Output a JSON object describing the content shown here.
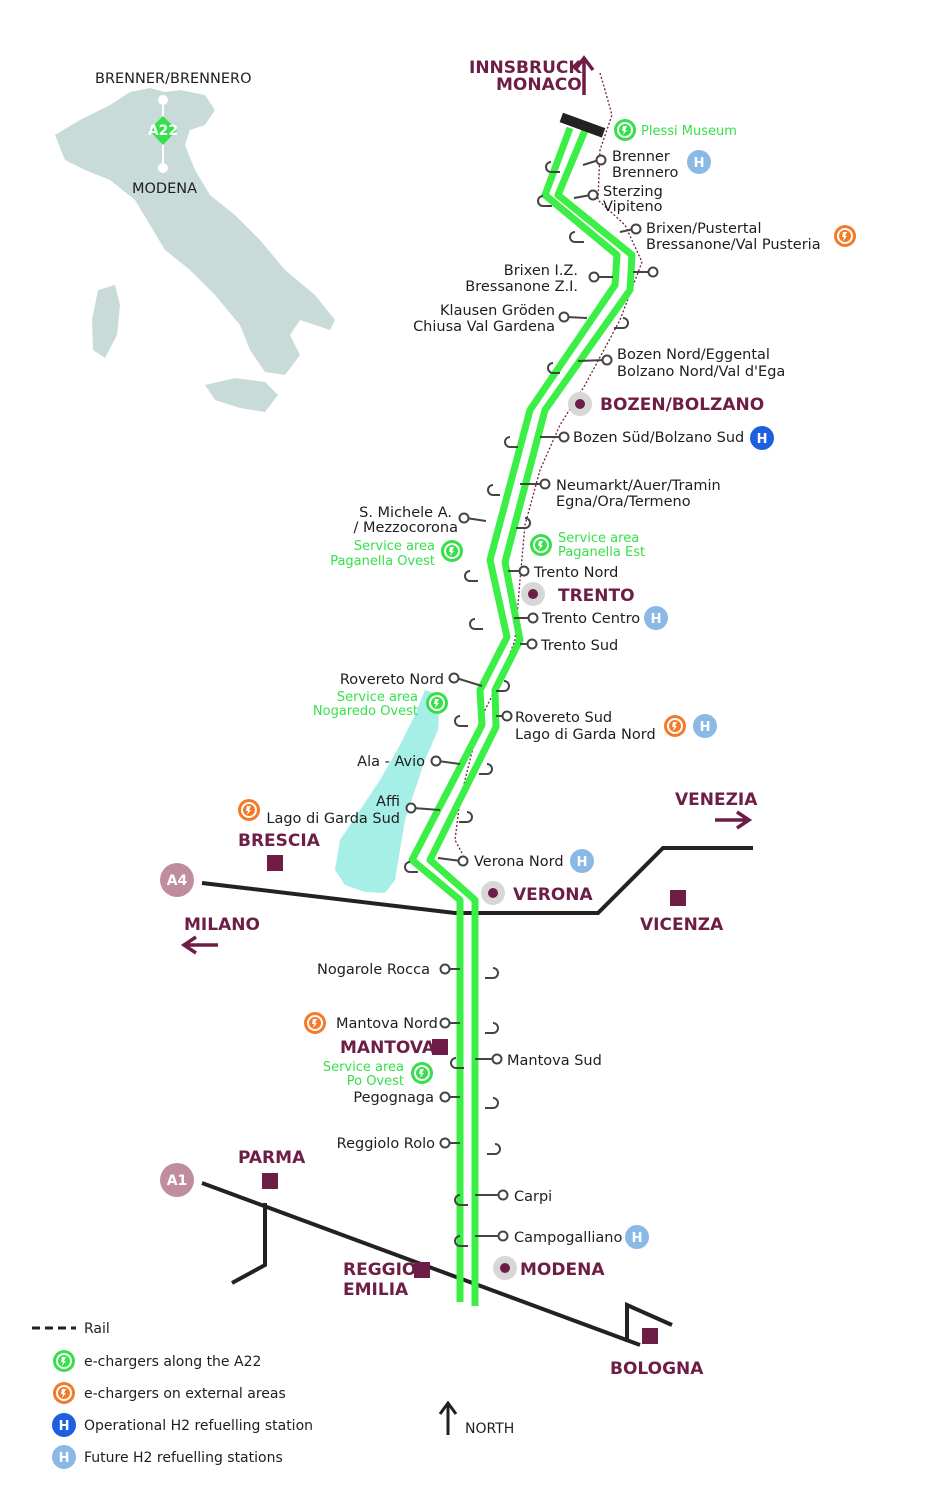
{
  "inset": {
    "top_label": "BRENNER/BRENNERO",
    "bottom_label": "MODENA",
    "badge": "A22"
  },
  "endpoints": {
    "north_line1": "INNSBRUCK",
    "north_line2": "MONACO"
  },
  "places": {
    "plessi": "Plessi Museum",
    "brenner1": "Brenner",
    "brenner2": "Brennero",
    "sterzing1": "Sterzing",
    "sterzing2": "Vipiteno",
    "brixen1": "Brixen/Pustertal",
    "brixen2": "Bressanone/Val Pusteria",
    "brixeniz1": "Brixen I.Z.",
    "brixeniz2": "Bressanone Z.I.",
    "klausen1": "Klausen Gröden",
    "klausen2": "Chiusa Val Gardena",
    "bozennord1": "Bozen Nord/Eggental",
    "bozennord2": "Bolzano Nord/Val d'Ega",
    "bozen_city": "BOZEN/BOLZANO",
    "bozensud": "Bozen Süd/Bolzano Sud",
    "neumarkt1": "Neumarkt/Auer/Tramin",
    "neumarkt2": "Egna/Ora/Termeno",
    "smichele1": "S. Michele A.",
    "smichele2": "/ Mezzocorona",
    "sa_ovest1": "Service area",
    "sa_ovest2": "Paganella Ovest",
    "sa_est1": "Service area",
    "sa_est2": "Paganella Est",
    "trentonord": "Trento Nord",
    "trento_city": "TRENTO",
    "trentocentro": "Trento Centro",
    "trentosud": "Trento Sud",
    "roveretonord": "Rovereto Nord",
    "sa_nog1": "Service area",
    "sa_nog2": "Nogaredo Ovest",
    "roveretosud1": "Rovereto Sud",
    "roveretosud2": "Lago di Garda Nord",
    "ala": "Ala - Avio",
    "affi1": "Affi",
    "affi2": "Lago di Garda Sud",
    "brescia": "BRESCIA",
    "a4": "A4",
    "milano": "MILANO",
    "veronanord": "Verona Nord",
    "verona_city": "VERONA",
    "venezia": "VENEZIA",
    "vicenza": "VICENZA",
    "nogarole": "Nogarole Rocca",
    "mantovanord": "Mantova Nord",
    "mantova_city": "MANTOVA",
    "mantovasud": "Mantova Sud",
    "sa_po1": "Service area",
    "sa_po2": "Po Ovest",
    "pegognaga": "Pegognaga",
    "reggiolo": "Reggiolo Rolo",
    "parma": "PARMA",
    "a1": "A1",
    "carpi": "Carpi",
    "campogalliano": "Campogalliano",
    "reggio1": "REGGIO",
    "reggio2": "EMILIA",
    "modena_city": "MODENA",
    "bologna": "BOLOGNA",
    "north": "NORTH"
  },
  "legend": {
    "rail": "Rail",
    "charger_a22": "e-chargers along the A22",
    "charger_ext": "e-chargers on external areas",
    "h2_oper": "Operational H2 refuelling station",
    "h2_future": "Future H2 refuelling stations"
  },
  "colors": {
    "motorway": "#3cef46",
    "city": "#6e1e46",
    "charger_a22": "#36e04a",
    "charger_ext": "#f47a2a",
    "h2_oper": "#1d5fe0",
    "h2_future": "#8ab9e6",
    "lake": "#a6efe6",
    "land": "#c9dbd8"
  },
  "icons": {
    "h2": "H2"
  }
}
